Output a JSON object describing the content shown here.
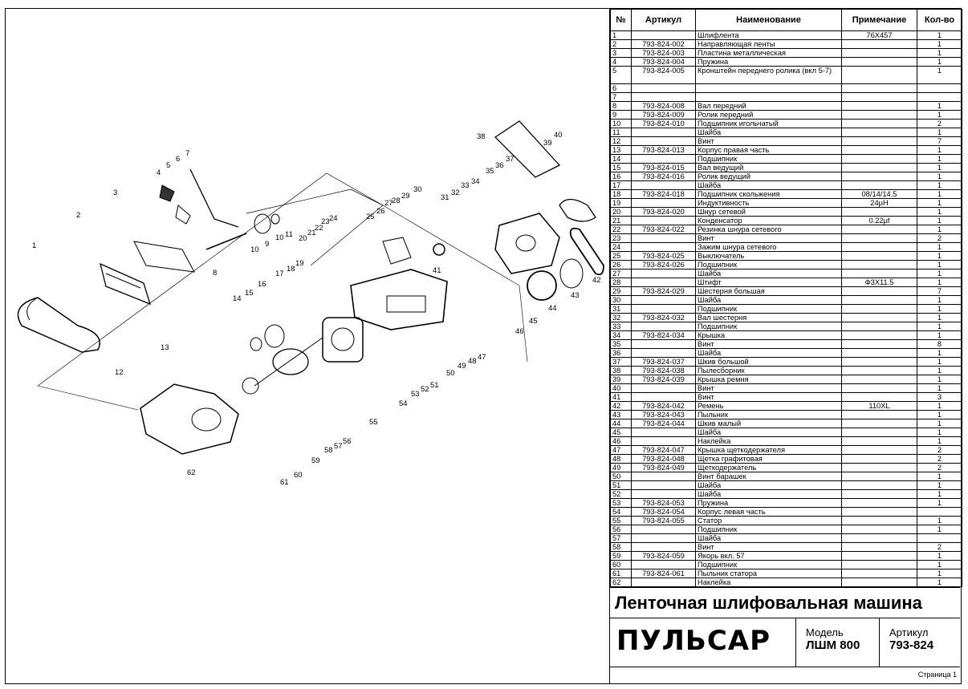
{
  "table": {
    "headers": {
      "num": "№",
      "article": "Артикул",
      "name": "Наименование",
      "note": "Примечание",
      "qty": "Кол-во"
    },
    "rows": [
      {
        "n": "1",
        "a": "",
        "name": "Шлифлента",
        "note": "76X457",
        "q": "1"
      },
      {
        "n": "2",
        "a": "793-824-002",
        "name": "Направляющая ленты",
        "note": "",
        "q": "1"
      },
      {
        "n": "3",
        "a": "793-824-003",
        "name": "Пластина металлическая",
        "note": "",
        "q": "1"
      },
      {
        "n": "4",
        "a": "793-824-004",
        "name": "Пружина",
        "note": "",
        "q": "1"
      },
      {
        "n": "5",
        "a": "793-824-005",
        "name": "Кронштейн переднего ролика (вкл 5-7)",
        "note": "",
        "q": "1"
      },
      {
        "n": "6",
        "a": "",
        "name": "",
        "note": "",
        "q": ""
      },
      {
        "n": "7",
        "a": "",
        "name": "",
        "note": "",
        "q": ""
      },
      {
        "n": "8",
        "a": "793-824-008",
        "name": "Вал передний",
        "note": "",
        "q": "1"
      },
      {
        "n": "9",
        "a": "793-824-009",
        "name": "Ролик передний",
        "note": "",
        "q": "1"
      },
      {
        "n": "10",
        "a": "793-824-010",
        "name": "Подшипник игольчатый",
        "note": "",
        "q": "2"
      },
      {
        "n": "11",
        "a": "",
        "name": "Шайба",
        "note": "",
        "q": "1"
      },
      {
        "n": "12",
        "a": "",
        "name": "Винт",
        "note": "",
        "q": "7"
      },
      {
        "n": "13",
        "a": "793-824-013",
        "name": "Корпус правая часть",
        "note": "",
        "q": "1"
      },
      {
        "n": "14",
        "a": "",
        "name": "Подшипник",
        "note": "",
        "q": "1"
      },
      {
        "n": "15",
        "a": "793-824-015",
        "name": "Вал ведущий",
        "note": "",
        "q": "1"
      },
      {
        "n": "16",
        "a": "793-824-016",
        "name": "Ролик ведущий",
        "note": "",
        "q": "1"
      },
      {
        "n": "17",
        "a": "",
        "name": "Шайба",
        "note": "",
        "q": "1"
      },
      {
        "n": "18",
        "a": "793-824-018",
        "name": "Подшипник скольжения",
        "note": "08/14/14.5",
        "q": "1"
      },
      {
        "n": "19",
        "a": "",
        "name": "Индуктивность",
        "note": "24μH",
        "q": "1"
      },
      {
        "n": "20",
        "a": "793-824-020",
        "name": "Шнур сетевой",
        "note": "",
        "q": "1"
      },
      {
        "n": "21",
        "a": "",
        "name": "Конденсатор",
        "note": "0.22μf",
        "q": "1"
      },
      {
        "n": "22",
        "a": "793-824-022",
        "name": "Резинка шнура сетевого",
        "note": "",
        "q": "1"
      },
      {
        "n": "23",
        "a": "",
        "name": "Винт",
        "note": "",
        "q": "2"
      },
      {
        "n": "24",
        "a": "",
        "name": "Зажим шнура сетевого",
        "note": "",
        "q": "1"
      },
      {
        "n": "25",
        "a": "793-824-025",
        "name": "Выключатель",
        "note": "",
        "q": "1"
      },
      {
        "n": "26",
        "a": "793-824-026",
        "name": "Подшипник",
        "note": "",
        "q": "1"
      },
      {
        "n": "27",
        "a": "",
        "name": "Шайба",
        "note": "",
        "q": "1"
      },
      {
        "n": "28",
        "a": "",
        "name": "Штифт",
        "note": "Ф3X11.5",
        "q": "1"
      },
      {
        "n": "29",
        "a": "793-824-029",
        "name": "Шестерня большая",
        "note": "",
        "q": "7"
      },
      {
        "n": "30",
        "a": "",
        "name": "Шайба",
        "note": "",
        "q": "1"
      },
      {
        "n": "31",
        "a": "",
        "name": "Подшипник",
        "note": "",
        "q": "1"
      },
      {
        "n": "32",
        "a": "793-824-032",
        "name": "Вал шестерня",
        "note": "",
        "q": "1"
      },
      {
        "n": "33",
        "a": "",
        "name": "Подшипник",
        "note": "",
        "q": "1"
      },
      {
        "n": "34",
        "a": "793-824-034",
        "name": "Крышка",
        "note": "",
        "q": "1"
      },
      {
        "n": "35",
        "a": "",
        "name": "Винт",
        "note": "",
        "q": "8"
      },
      {
        "n": "36",
        "a": "",
        "name": "Шайба",
        "note": "",
        "q": "1"
      },
      {
        "n": "37",
        "a": "793-824-037",
        "name": "Шкив большой",
        "note": "",
        "q": "1"
      },
      {
        "n": "38",
        "a": "793-824-038",
        "name": "Пылесборник",
        "note": "",
        "q": "1"
      },
      {
        "n": "39",
        "a": "793-824-039",
        "name": "Крышка ремня",
        "note": "",
        "q": "1"
      },
      {
        "n": "40",
        "a": "",
        "name": "Винт",
        "note": "",
        "q": "1"
      },
      {
        "n": "41",
        "a": "",
        "name": "Винт",
        "note": "",
        "q": "3"
      },
      {
        "n": "42",
        "a": "793-824-042",
        "name": "Ремень",
        "note": "110XL",
        "q": "1"
      },
      {
        "n": "43",
        "a": "793-824-043",
        "name": "Пыльник",
        "note": "",
        "q": "1"
      },
      {
        "n": "44",
        "a": "793-824-044",
        "name": "Шкив малый",
        "note": "",
        "q": "1"
      },
      {
        "n": "45",
        "a": "",
        "name": "Шайба",
        "note": "",
        "q": "1"
      },
      {
        "n": "46",
        "a": "",
        "name": "Наклейка",
        "note": "",
        "q": "1"
      },
      {
        "n": "47",
        "a": "793-824-047",
        "name": "Крышка щеткодержателя",
        "note": "",
        "q": "2"
      },
      {
        "n": "48",
        "a": "793-824-048",
        "name": "Щетка графитовая",
        "note": "",
        "q": "2"
      },
      {
        "n": "49",
        "a": "793-824-049",
        "name": "Щеткодержатель",
        "note": "",
        "q": "2"
      },
      {
        "n": "50",
        "a": "",
        "name": "Винт барашек",
        "note": "",
        "q": "1"
      },
      {
        "n": "51",
        "a": "",
        "name": "Шайба",
        "note": "",
        "q": "1"
      },
      {
        "n": "52",
        "a": "",
        "name": "Шайба",
        "note": "",
        "q": "1"
      },
      {
        "n": "53",
        "a": "793-824-053",
        "name": "Пружина",
        "note": "",
        "q": "1"
      },
      {
        "n": "54",
        "a": "793-824-054",
        "name": "Корпус левая часть",
        "note": "",
        "q": ""
      },
      {
        "n": "55",
        "a": "793-824-055",
        "name": "Статор",
        "note": "",
        "q": "1"
      },
      {
        "n": "56",
        "a": "",
        "name": "Подшипник",
        "note": "",
        "q": "1"
      },
      {
        "n": "57",
        "a": "",
        "name": "Шайба",
        "note": "",
        "q": ""
      },
      {
        "n": "58",
        "a": "",
        "name": "Винт",
        "note": "",
        "q": "2"
      },
      {
        "n": "59",
        "a": "793-824-059",
        "name": "Якорь вкл. 57",
        "note": "",
        "q": "1"
      },
      {
        "n": "60",
        "a": "",
        "name": "Подшипник",
        "note": "",
        "q": "1"
      },
      {
        "n": "61",
        "a": "793-824-061",
        "name": "Пыльник статора",
        "note": "",
        "q": "1"
      },
      {
        "n": "62",
        "a": "",
        "name": "Наклейка",
        "note": "",
        "q": "1"
      }
    ]
  },
  "product_title": "Ленточная шлифовальная машина",
  "brand": "ПУЛЬСАР",
  "model_label": "Модель",
  "model_value": "ЛШМ 800",
  "article_label": "Артикул",
  "article_value": "793-824",
  "page_label": "Страница 1",
  "drawing": {
    "callouts": [
      "1",
      "2",
      "3",
      "4",
      "5",
      "6",
      "7",
      "8",
      "9",
      "10",
      "10",
      "11",
      "12",
      "13",
      "14",
      "15",
      "16",
      "17",
      "18",
      "19",
      "20",
      "21",
      "22",
      "23",
      "24",
      "25",
      "26",
      "27",
      "28",
      "29",
      "30",
      "31",
      "32",
      "33",
      "34",
      "35",
      "36",
      "37",
      "38",
      "39",
      "40",
      "41",
      "42",
      "43",
      "44",
      "45",
      "46",
      "47",
      "48",
      "49",
      "50",
      "51",
      "52",
      "53",
      "54",
      "55",
      "56",
      "57",
      "58",
      "59",
      "60",
      "61",
      "62"
    ]
  },
  "colors": {
    "ink": "#000000",
    "paper": "#ffffff"
  }
}
